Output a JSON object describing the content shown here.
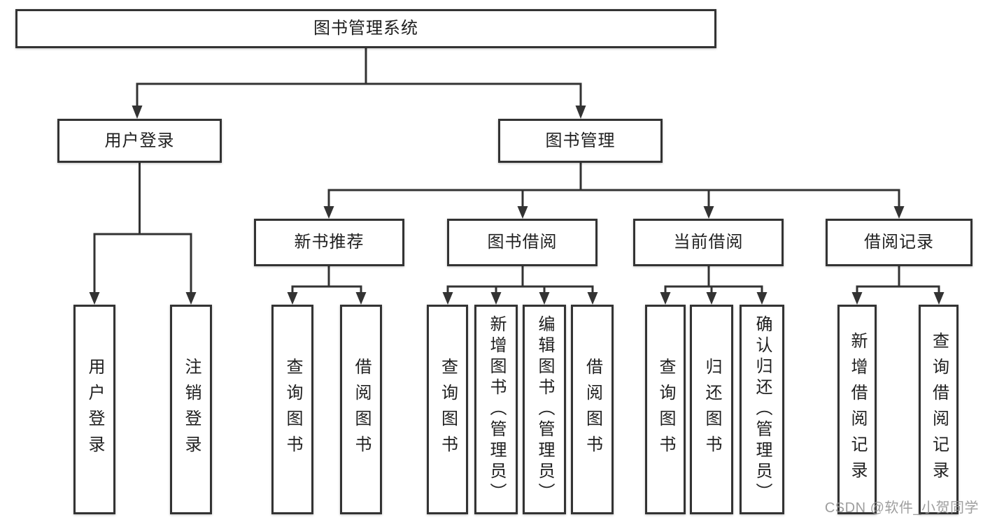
{
  "tree": {
    "label": "图书管理系统",
    "children": [
      {
        "label": "用户登录",
        "children": [
          {
            "label": "用户登录"
          },
          {
            "label": "注销登录"
          }
        ]
      },
      {
        "label": "图书管理",
        "children": [
          {
            "label": "新书推荐",
            "children": [
              {
                "label": "查询图书"
              },
              {
                "label": "借阅图书"
              }
            ]
          },
          {
            "label": "图书借阅",
            "children": [
              {
                "label": "查询图书"
              },
              {
                "label": "新增图书（管理员）"
              },
              {
                "label": "编辑图书（管理员）"
              },
              {
                "label": "借阅图书"
              }
            ]
          },
          {
            "label": "当前借阅",
            "children": [
              {
                "label": "查询图书"
              },
              {
                "label": "归还图书"
              },
              {
                "label": "确认归还（管理员）"
              }
            ]
          },
          {
            "label": "借阅记录",
            "children": [
              {
                "label": "新增借阅记录"
              },
              {
                "label": "查询借阅记录"
              }
            ]
          }
        ]
      }
    ]
  },
  "watermark": "CSDN @软件_小贺同学",
  "colors": {
    "line": "#333333",
    "box_border": "#333333",
    "box_fill": "#ffffff",
    "text": "#1f1f1f",
    "watermark": "#949494",
    "background": "#ffffff"
  }
}
